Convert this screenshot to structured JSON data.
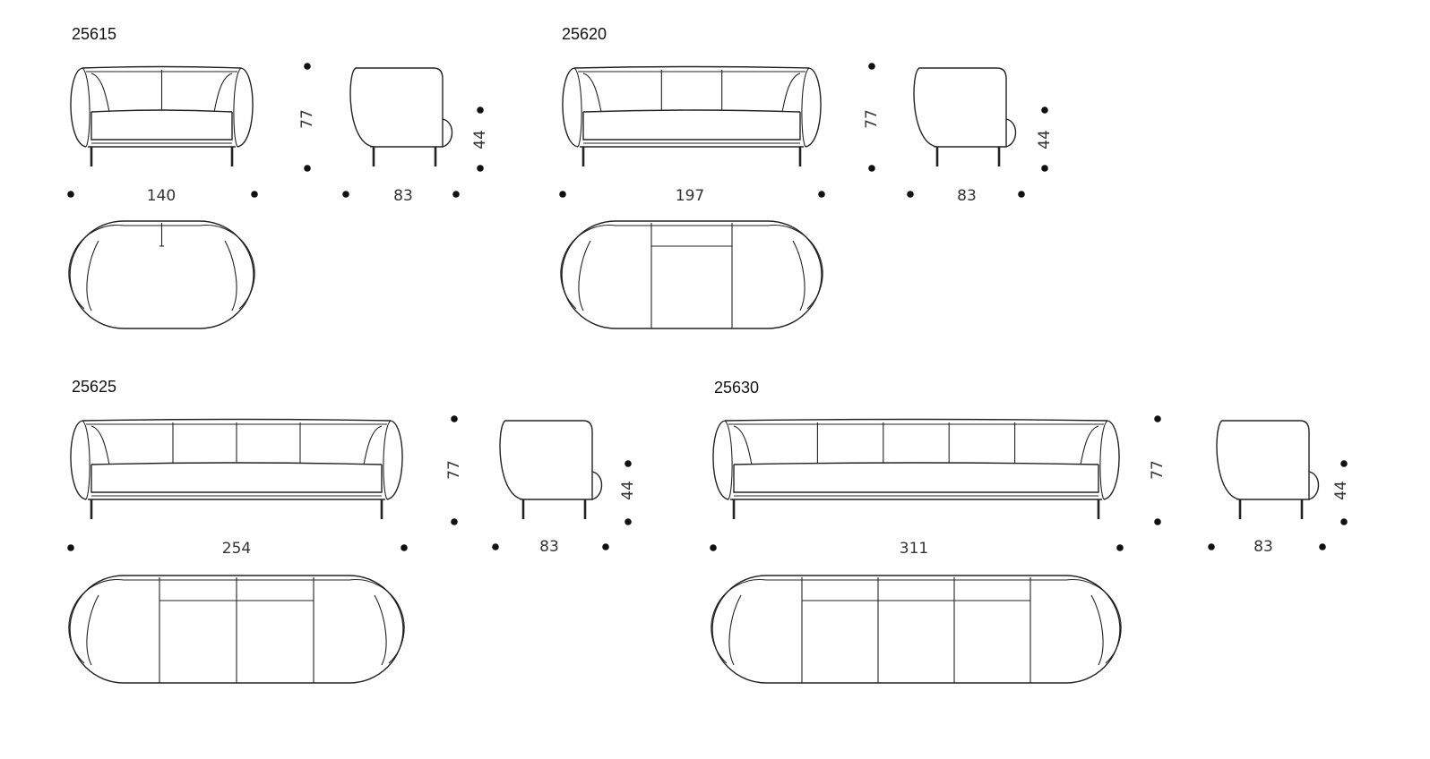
{
  "models": [
    {
      "code": "25615",
      "width": "140",
      "height": "77",
      "depth": "83",
      "seat_height": "44",
      "cushions": 2
    },
    {
      "code": "25620",
      "width": "197",
      "height": "77",
      "depth": "83",
      "seat_height": "44",
      "cushions": 3
    },
    {
      "code": "25625",
      "width": "254",
      "height": "77",
      "depth": "83",
      "seat_height": "44",
      "cushions": 4
    },
    {
      "code": "25630",
      "width": "311",
      "height": "77",
      "depth": "83",
      "seat_height": "44",
      "cushions": 5
    }
  ]
}
